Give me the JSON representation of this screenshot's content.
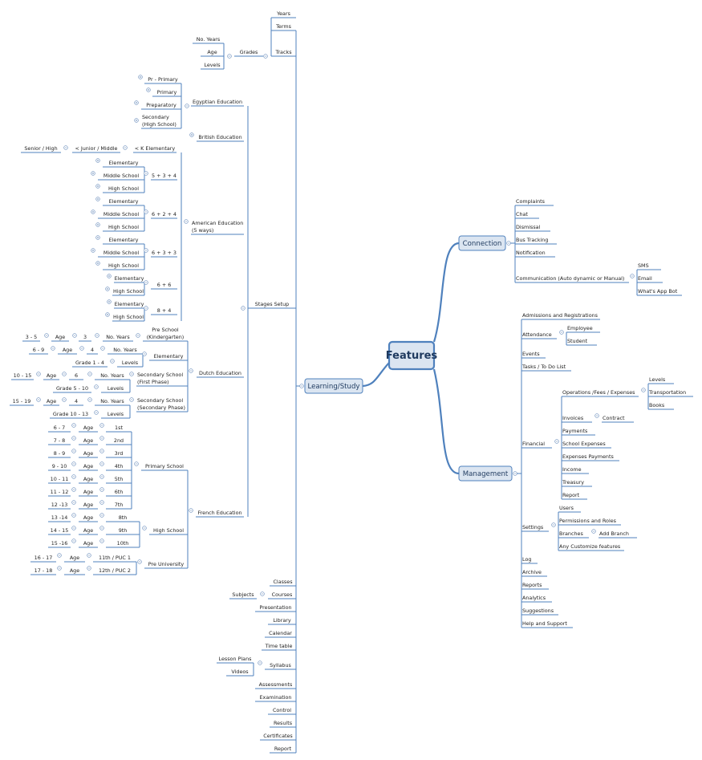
{
  "root": {
    "label": "Features"
  },
  "main": {
    "learning": "Learning/Study",
    "connection": "Connection",
    "management": "Management"
  },
  "learning": {
    "years": "Years",
    "terms": "Terms",
    "tracks": "Tracks",
    "grades": "Grades",
    "no_years": "No. Years",
    "age": "Age",
    "levels": "Levels",
    "stages_setup": "Stages Setup",
    "egyptian": "Egyptian Education",
    "egyptian_children": [
      "Pr - Primary",
      "Primary",
      "Preparatory",
      "Secondary",
      "(High School)"
    ],
    "british": "British Education",
    "american_l1": "American Education",
    "american_l2": "(5 ways)",
    "senior_high": "Senior / High",
    "junior_middle": "< Junior / Middle",
    "k_elementary": "< K Elementary",
    "elementary": "Elementary",
    "middle_school": "Middle School",
    "high_school": "High School",
    "way1": "5 + 3 + 4",
    "way2": "6 + 2 + 4",
    "way3": "6 + 3 + 3",
    "way4": "6 + 6",
    "way5": "8 + 4",
    "dutch": "Dutch Education",
    "pre_school_l1": "Pre School",
    "pre_school_l2": "(Kindergarten)",
    "d_3_5": "3 - 5",
    "d_3": "3",
    "d_6_9": "6 - 9",
    "d_4": "4",
    "d_grade1_4": "Grade 1 - 4",
    "d_10_15": "10 - 15",
    "d_6": "6",
    "sec_first_l1": "Secondary School",
    "sec_first_l2": "(First Phase)",
    "d_grade5_10": "Grade 5 - 10",
    "d_15_19": "15 - 19",
    "sec_second_l1": "Secondary School",
    "sec_second_l2": "(Secondary Phase)",
    "d_grade10_13": "Grade 10 - 13",
    "french": "French Education",
    "primary_school": "Primary School",
    "pre_university": "Pre University",
    "french_primary": [
      {
        "range": "6 - 7",
        "grade": "1st"
      },
      {
        "range": "7 - 8",
        "grade": "2nd"
      },
      {
        "range": "8 - 9",
        "grade": "3rd"
      },
      {
        "range": "9 - 10",
        "grade": "4th"
      },
      {
        "range": "10 - 11",
        "grade": "5th"
      },
      {
        "range": "11 - 12",
        "grade": "6th"
      },
      {
        "range": "12 -13",
        "grade": "7th"
      }
    ],
    "french_high": [
      {
        "range": "13 -14",
        "grade": "8th"
      },
      {
        "range": "14 - 15",
        "grade": "9th"
      },
      {
        "range": "15 -16",
        "grade": "10th"
      }
    ],
    "french_preuni": [
      {
        "range": "16 - 17",
        "grade": "11th / PUC 1"
      },
      {
        "range": "17 - 18",
        "grade": "12th / PUC 2"
      }
    ],
    "classes": "Classes",
    "courses": "Courses",
    "subjects": "Subjects",
    "presentation": "Presentation",
    "library": "Library",
    "calendar": "Calendar",
    "timetable": "Time table",
    "syllabus": "Syllabus",
    "lesson_plans": "Lesson Plans",
    "videos": "Videos",
    "assessments": "Assessments",
    "examination": "Examination",
    "control": "Control",
    "results": "Results",
    "certificates": "Certificates",
    "report": "Report"
  },
  "connection": {
    "complaints": "Complaints",
    "chat": "Chat",
    "dismissal": "Dismissal",
    "bus_tracking": "Bus Tracking",
    "notification": "Notification",
    "communication": "Communication (Auto dynamic or  Manual)",
    "sms": "SMS",
    "email": "Email",
    "whatsapp": "What's App Bot"
  },
  "management": {
    "admissions": "Admissions and Registrations",
    "attendance": "Attendance",
    "employee": "Employee",
    "student": "Student",
    "events": "Events",
    "tasks": "Tasks / To Do List",
    "financial": "Financial",
    "operations": "Operations /Fees / Expenses",
    "levels": "Levels",
    "transportation": "Transportation",
    "books": "Books",
    "invoices": "Invoices",
    "contract": "Contract",
    "payments": "Payments",
    "school_expenses": "School Expenses",
    "expenses_payments": "Expenses Payments",
    "income": "Income",
    "treasury": "Treasury",
    "report": "Report",
    "settings": "Settings",
    "users": "Users",
    "permissions": "Permissions and Roles",
    "branches": "Branches",
    "add_branch": "Add Branch",
    "customize": "Any Customize features",
    "log": "Log",
    "archive": "Archive",
    "reports": "Reports",
    "analytics": "Analytics",
    "suggestions": "Suggestions",
    "help": "Help and Support"
  }
}
